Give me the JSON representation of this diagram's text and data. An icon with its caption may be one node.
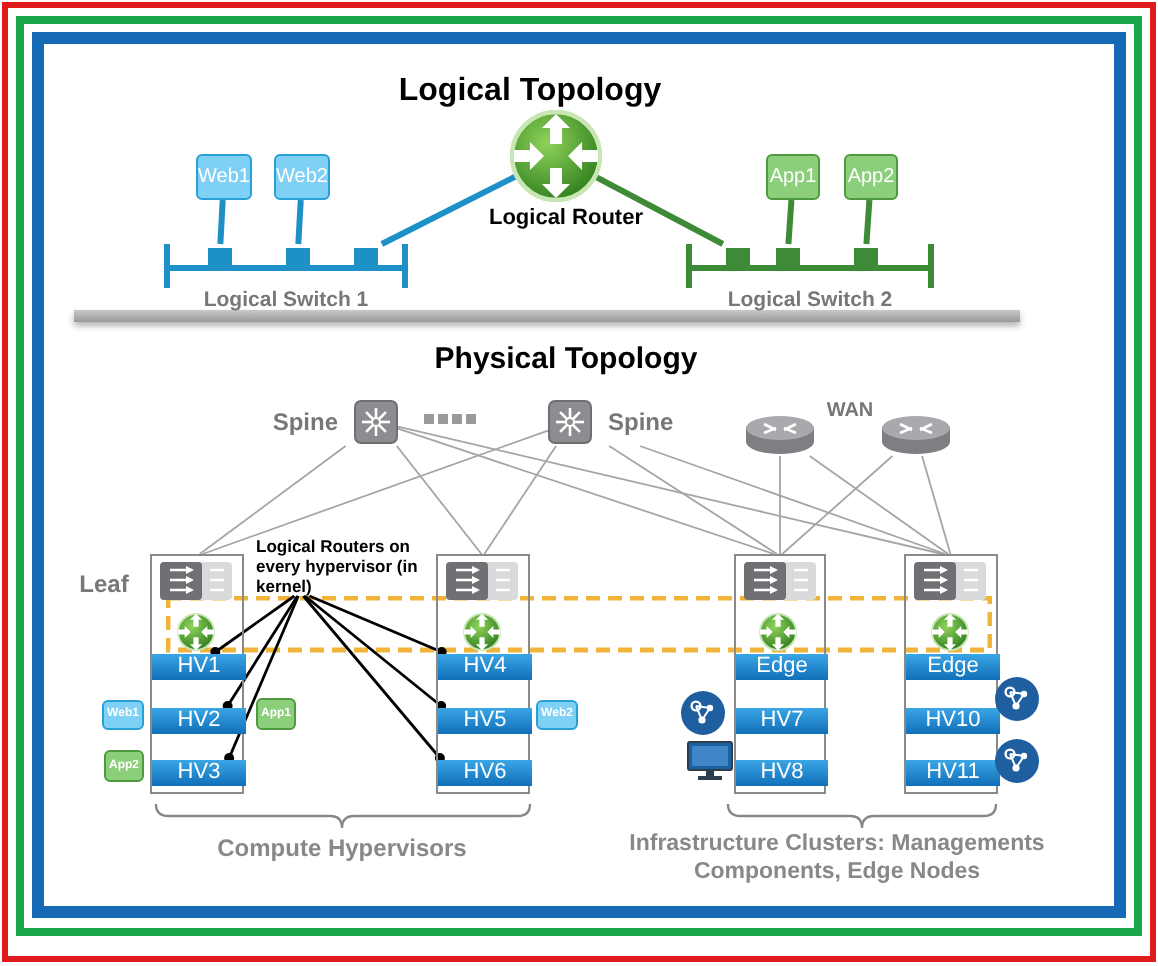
{
  "diagram": {
    "nodes": [
      {
        "text": [
          "Web1"
        ]
      },
      {
        "text": [
          "Web2"
        ]
      },
      {
        "text": [
          "App1"
        ]
      },
      {
        "text": [
          "App2"
        ]
      },
      {
        "text": [],
        "shape": "circle",
        "beside": [
          "Logical Router"
        ]
      },
      {
        "text": [
          "Logical Switch 1"
        ]
      },
      {
        "text": [
          "Logical Switch 2"
        ]
      },
      {
        "text": [
          "Spine"
        ]
      },
      {
        "text": [
          "Spine"
        ]
      },
      {
        "text": [],
        "shape": "cylinder"
      },
      {
        "text": [],
        "shape": "cylinder"
      },
      {
        "text": [],
        "shape": "box"
      },
      {
        "text": [
          "HV1"
        ],
        "in": 11
      },
      {
        "text": [
          "HV2"
        ],
        "in": 11
      },
      {
        "text": [
          "HV3"
        ],
        "in": 11
      },
      {
        "text": [],
        "shape": "box"
      },
      {
        "text": [
          "HV4"
        ],
        "in": 15
      },
      {
        "text": [
          "HV5"
        ],
        "in": 15
      },
      {
        "text": [
          "HV6"
        ],
        "in": 15
      },
      {
        "text": [],
        "shape": "box"
      },
      {
        "text": [
          "Edge"
        ],
        "in": 19
      },
      {
        "text": [
          "HV7"
        ],
        "in": 19
      },
      {
        "text": [
          "HV8"
        ],
        "in": 19
      },
      {
        "text": [],
        "shape": "box"
      },
      {
        "text": [
          "Edge"
        ],
        "in": 23
      },
      {
        "text": [
          "HV10"
        ],
        "in": 23
      },
      {
        "text": [
          "HV11"
        ],
        "in": 23
      },
      {
        "text": [
          "Logical Routers on every hypervisor (in kernel)"
        ]
      },
      {
        "text": [
          "Web1"
        ]
      },
      {
        "text": [
          "App1"
        ]
      },
      {
        "text": [
          "App2"
        ]
      },
      {
        "text": [
          "Web2"
        ]
      }
    ],
    "edges": [
      {
        "from": 0,
        "to": 5,
        "arrow": "none",
        "style": "thick",
        "color": "#1e90c8"
      },
      {
        "from": 1,
        "to": 5,
        "arrow": "none",
        "style": "thick",
        "color": "#1e90c8"
      },
      {
        "from": 4,
        "to": 5,
        "arrow": "none",
        "style": "thick",
        "color": "#1e90c8"
      },
      {
        "from": 4,
        "to": 6,
        "arrow": "none",
        "style": "thick",
        "color": "#3d8b37"
      },
      {
        "from": 2,
        "to": 6,
        "arrow": "none",
        "style": "thick",
        "color": "#3d8b37"
      },
      {
        "from": 3,
        "to": 6,
        "arrow": "none",
        "style": "thick",
        "color": "#3d8b37"
      },
      {
        "from": 7,
        "to": 11,
        "arrow": "none"
      },
      {
        "from": 7,
        "to": 15,
        "arrow": "none"
      },
      {
        "from": 7,
        "to": 19,
        "arrow": "none"
      },
      {
        "from": 7,
        "to": 23,
        "arrow": "none"
      },
      {
        "from": 8,
        "to": 11,
        "arrow": "none"
      },
      {
        "from": 8,
        "to": 15,
        "arrow": "none"
      },
      {
        "from": 8,
        "to": 19,
        "arrow": "none"
      },
      {
        "from": 8,
        "to": 23,
        "arrow": "none"
      },
      {
        "from": 9,
        "to": 19,
        "arrow": "none"
      },
      {
        "from": 9,
        "to": 23,
        "arrow": "none"
      },
      {
        "from": 10,
        "to": 19,
        "arrow": "none"
      },
      {
        "from": 10,
        "to": 23,
        "arrow": "none"
      },
      {
        "from": 27,
        "to": 12,
        "arrow": "other",
        "color": "#000000"
      },
      {
        "from": 27,
        "to": 13,
        "arrow": "other",
        "color": "#000000"
      },
      {
        "from": 27,
        "to": 14,
        "arrow": "other",
        "color": "#000000"
      },
      {
        "from": 27,
        "to": 16,
        "arrow": "other",
        "color": "#000000"
      },
      {
        "from": 27,
        "to": 17,
        "arrow": "other",
        "color": "#000000"
      },
      {
        "from": 27,
        "to": 18,
        "arrow": "other",
        "color": "#000000"
      }
    ],
    "labels": [
      "Logical Topology",
      "Physical Topology",
      "WAN",
      "Leaf",
      "Compute Hypervisors",
      "Infrastructure Clusters: Managements Components, Edge Nodes"
    ]
  }
}
